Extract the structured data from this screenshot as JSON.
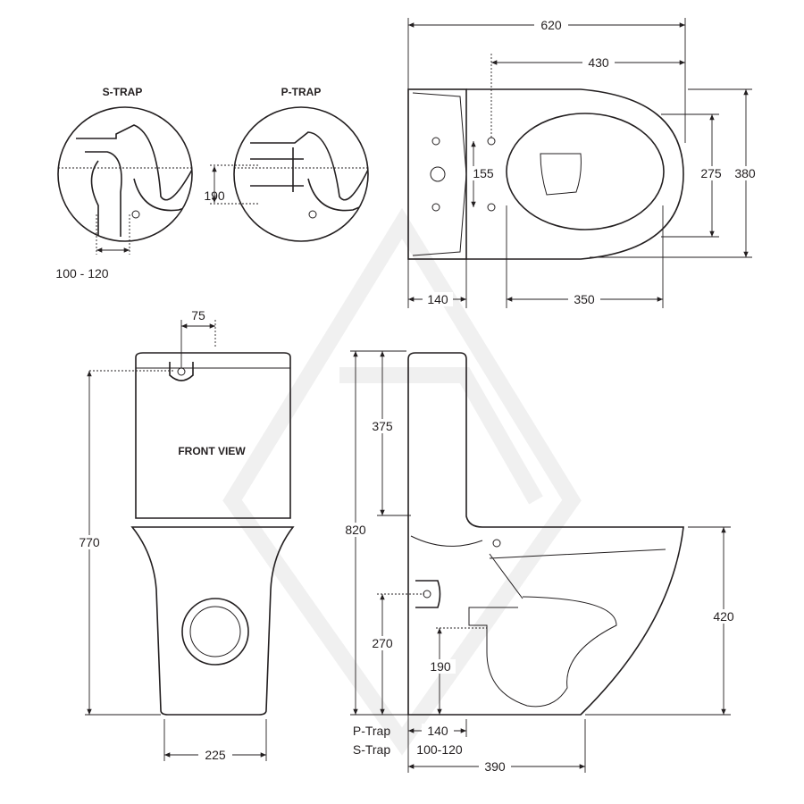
{
  "trap_details": {
    "s_trap_label": "S-TRAP",
    "p_trap_label": "P-TRAP",
    "trap_height": "190",
    "s_trap_setout": "100 - 120"
  },
  "top_view": {
    "overall_length": "620",
    "hole_to_front": "430",
    "hole_spacing": "155",
    "seat_width": "275",
    "overall_width": "380",
    "tank_depth": "140",
    "seat_length": "350"
  },
  "front_view": {
    "label": "FRONT VIEW",
    "button_offset": "75",
    "height": "770",
    "base_width": "225"
  },
  "side_view": {
    "overall_height": "820",
    "tank_height": "375",
    "inlet_height": "270",
    "outlet_height": "190",
    "seat_height": "420",
    "p_trap_label": "P-Trap",
    "s_trap_label": "S-Trap",
    "p_trap_setout": "140",
    "s_trap_setout": "100-120",
    "overall_depth": "390"
  }
}
